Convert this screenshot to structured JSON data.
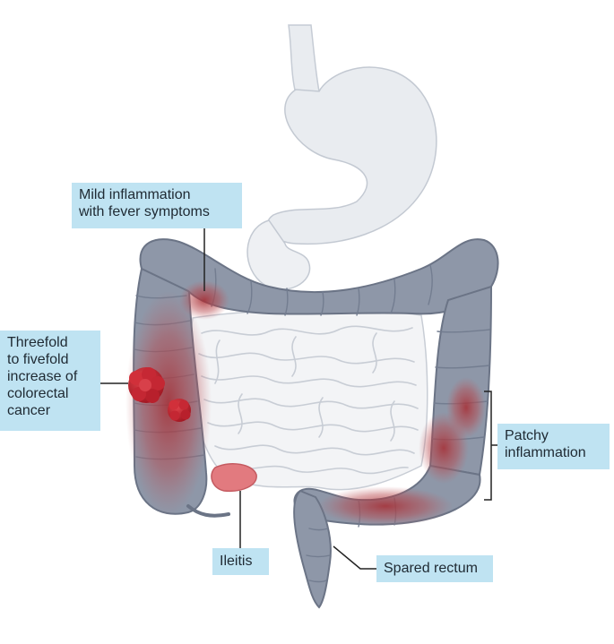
{
  "labels": {
    "mild_inflammation": [
      "Mild inflammation",
      "with fever symptoms"
    ],
    "cancer_risk": [
      "Threefold",
      "to fivefold",
      "increase of",
      "colorectal",
      "cancer"
    ],
    "patchy": [
      "Patchy",
      "inflammation"
    ],
    "ileitis": "Ileitis",
    "spared_rectum": "Spared rectum"
  },
  "colors": {
    "label_bg": "#bfe3f2",
    "colon": "#8e97a8",
    "colon_outline": "#6b7486",
    "stomach": "#e9ecf0",
    "small_intestine": "#f3f4f6",
    "inflammation": "#b23a3a",
    "tumor": "#c21f2a",
    "ileitis": "#e27a7f"
  }
}
